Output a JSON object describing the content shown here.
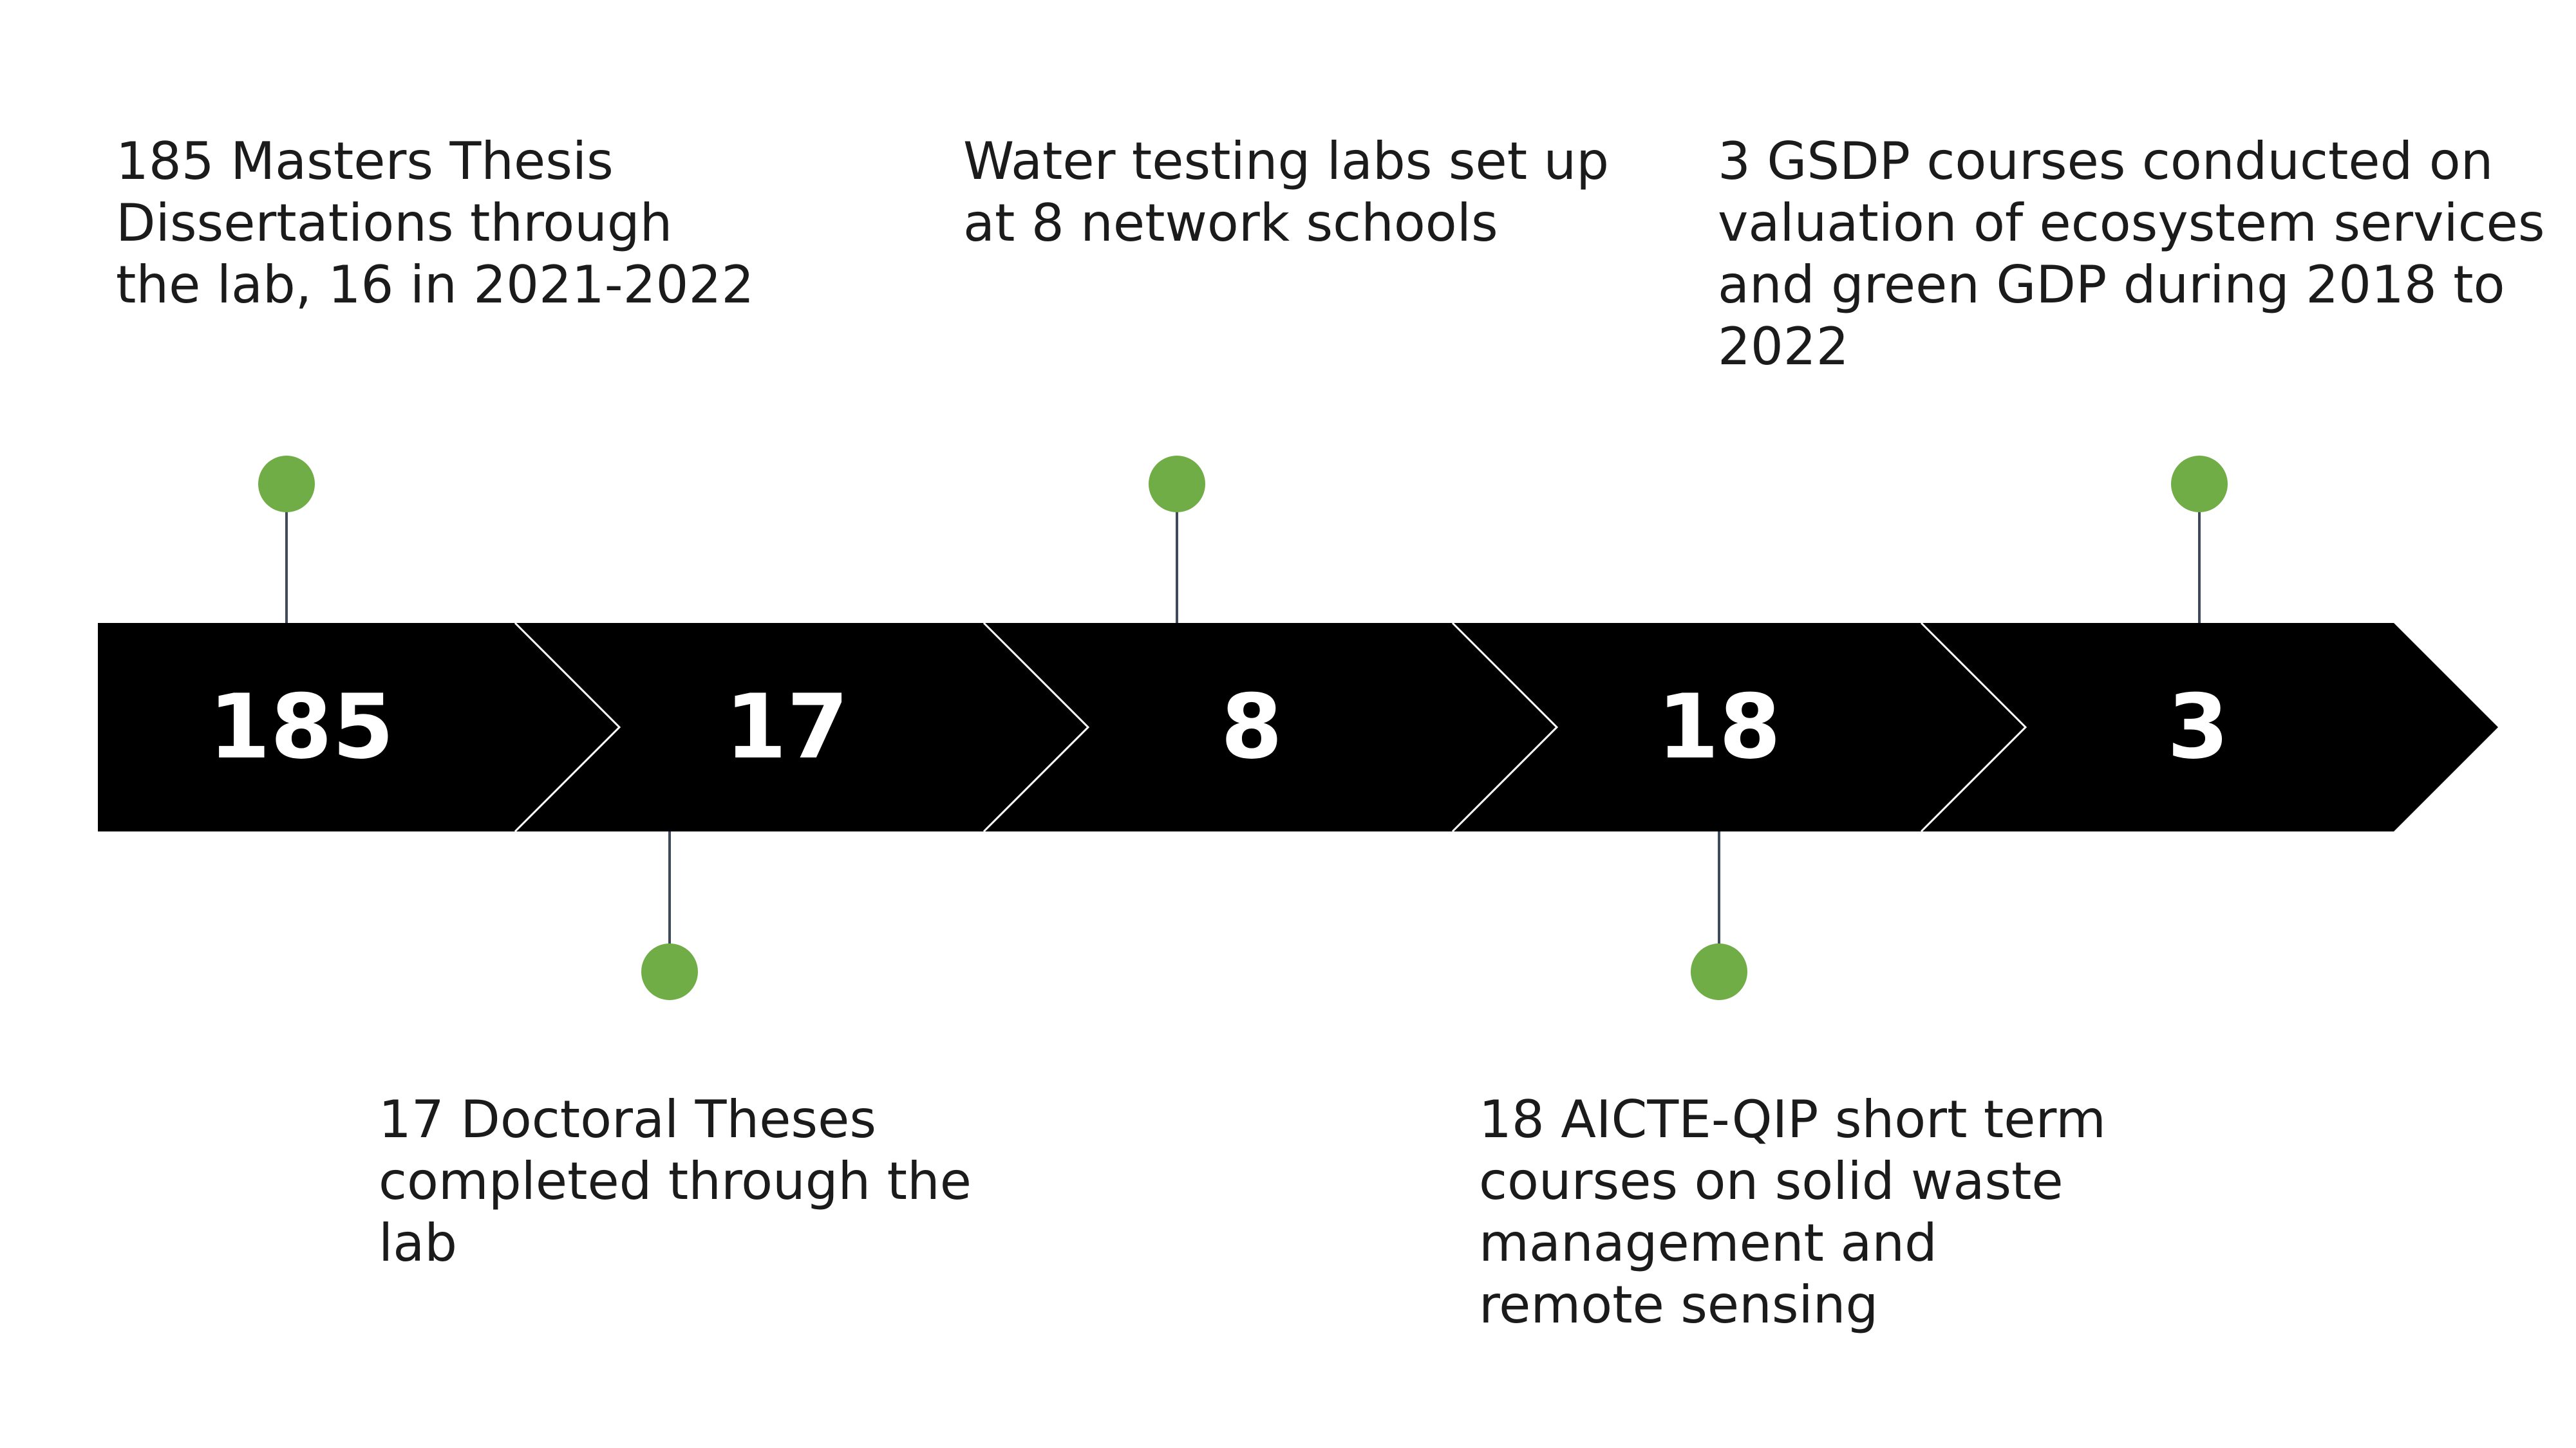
{
  "timeline": {
    "accent_color": "#70ad47",
    "segment_color": "#000000",
    "connector_color": "#3f4a5a",
    "milestones": [
      {
        "number": "185",
        "position": "above",
        "text": "185 Masters Thesis\nDissertations through\nthe lab, 16 in 2021-2022"
      },
      {
        "number": "17",
        "position": "below",
        "text": "17 Doctoral Theses\ncompleted through the\nlab"
      },
      {
        "number": "8",
        "position": "above",
        "text": "Water testing labs set up\nat 8 network schools"
      },
      {
        "number": "18",
        "position": "below",
        "text": "18 AICTE-QIP short term\ncourses on solid waste\nmanagement and\nremote sensing"
      },
      {
        "number": "3",
        "position": "above",
        "text": "3 GSDP courses conducted on\nvaluation of ecosystem services\nand green GDP during 2018 to\n2022"
      }
    ]
  }
}
